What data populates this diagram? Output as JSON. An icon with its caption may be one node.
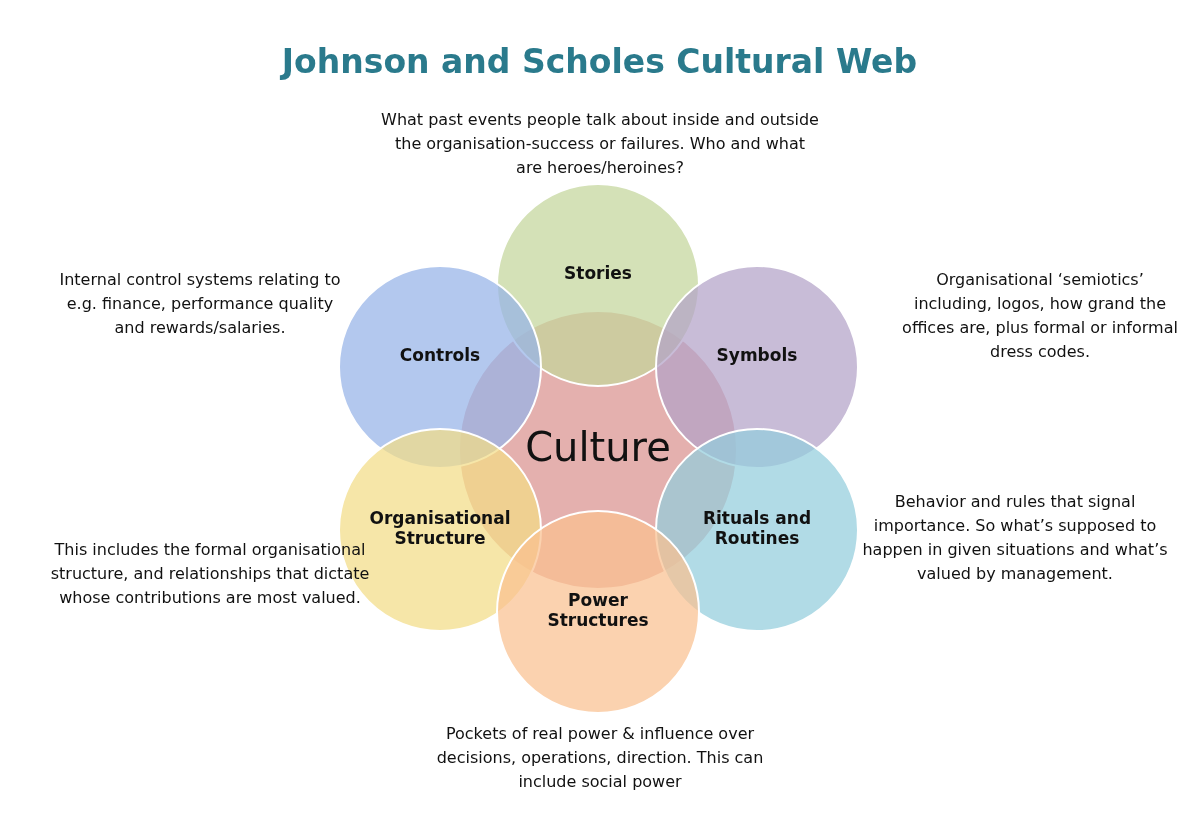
{
  "diagram": {
    "title": "Johnson and Scholes Cultural Web",
    "nodes": [
      {
        "text": [
          "Culture"
        ]
      },
      {
        "text": [
          "Stories"
        ],
        "beside": [
          "What past events people talk about inside and outside the organisation-success or failures. Who and what are heroes/heroines?"
        ]
      },
      {
        "text": [
          "Controls"
        ],
        "beside": [
          "Internal control systems relating to e.g. finance, performance quality and rewards/salaries."
        ]
      },
      {
        "text": [
          "Symbols"
        ],
        "beside": [
          "Organisational ‘semiotics’ including, logos, how grand the offices are, plus formal or informal dress codes."
        ]
      },
      {
        "text": [
          "Organisational Structure"
        ],
        "beside": [
          "This includes the formal organisational structure, and relationships that dictate whose contributions are most valued."
        ]
      },
      {
        "text": [
          "Rituals and Routines"
        ],
        "beside": [
          "Behavior and rules that signal importance. So what’s supposed to happen in given situations and what’s valued by management."
        ]
      },
      {
        "text": [
          "Power Structures"
        ],
        "beside": [
          "Pockets of real power & influence over decisions, operations, direction. This can include social power"
        ]
      }
    ],
    "edges": []
  }
}
